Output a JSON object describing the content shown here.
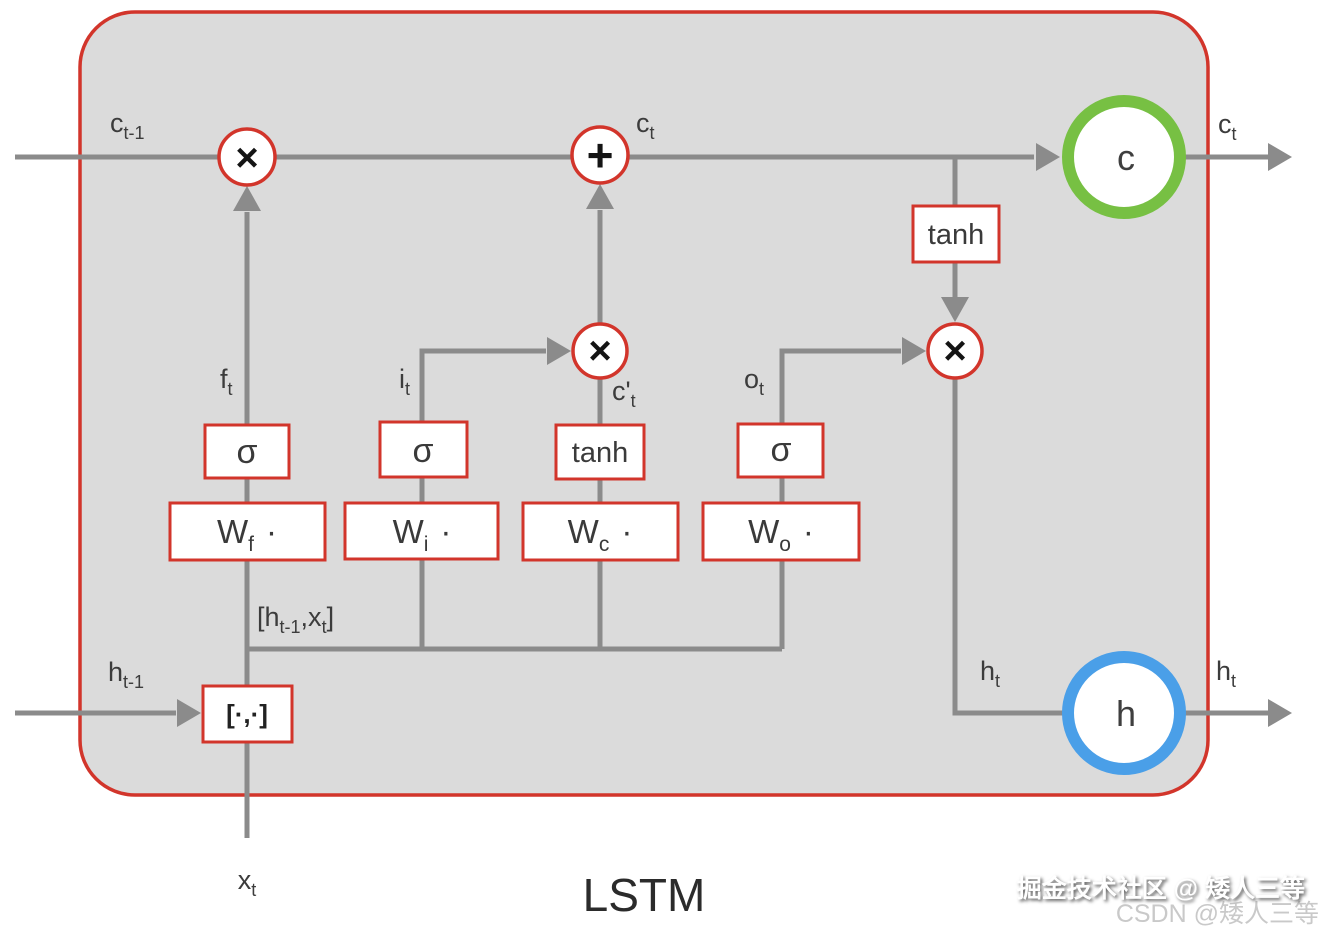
{
  "title": {
    "text": "LSTM"
  },
  "watermark": {
    "line1": "掘金技术社区 @ 矮人三等",
    "line2": "CSDN @矮人三等"
  },
  "colors": {
    "accent_red": "#d2352b",
    "panel_fill": "#dbdbdb",
    "wire_gray": "#8b8b8b",
    "state_green": "#77c043",
    "state_blue": "#4a9fe8",
    "label_dark": "#3c3c3c",
    "watermark_gray": "#c9c9c9"
  },
  "edge_labels": {
    "cell_prev": {
      "main": "c",
      "sub": "t-1"
    },
    "cell_new": {
      "main": "c",
      "sub": "t"
    },
    "cell_out": {
      "main": "c",
      "sub": "t"
    },
    "hidden_prev": {
      "main": "h",
      "sub": "t-1"
    },
    "hidden_new": {
      "main": "h",
      "sub": "t"
    },
    "hidden_out": {
      "main": "h",
      "sub": "t"
    },
    "input": {
      "main": "x",
      "sub": "t"
    },
    "forget_gate": {
      "main": "f",
      "sub": "t"
    },
    "input_gate": {
      "main": "i",
      "sub": "t"
    },
    "output_gate": {
      "main": "o",
      "sub": "t"
    },
    "candidate": {
      "main": "c'",
      "sub": "t"
    },
    "concat": {
      "p1": "[h",
      "s1": "t-1",
      "p2": ",x",
      "s2": "t",
      "p3": "]"
    }
  },
  "nodes": {
    "sigma_forget": "σ",
    "sigma_input": "σ",
    "sigma_output": "σ",
    "tanh_candidate": "tanh",
    "tanh_output": "tanh",
    "weight_forget": {
      "main": "W",
      "sub": "f",
      "dot": "·"
    },
    "weight_input": {
      "main": "W",
      "sub": "i",
      "dot": "·"
    },
    "weight_candidate": {
      "main": "W",
      "sub": "c",
      "dot": "·"
    },
    "weight_output": {
      "main": "W",
      "sub": "o",
      "dot": "·"
    },
    "concat_box": "[·,·]",
    "multiply_forget": "×",
    "add_cell": "+",
    "multiply_input": "×",
    "multiply_output": "×",
    "cell_state": "c",
    "hidden_state": "h"
  }
}
